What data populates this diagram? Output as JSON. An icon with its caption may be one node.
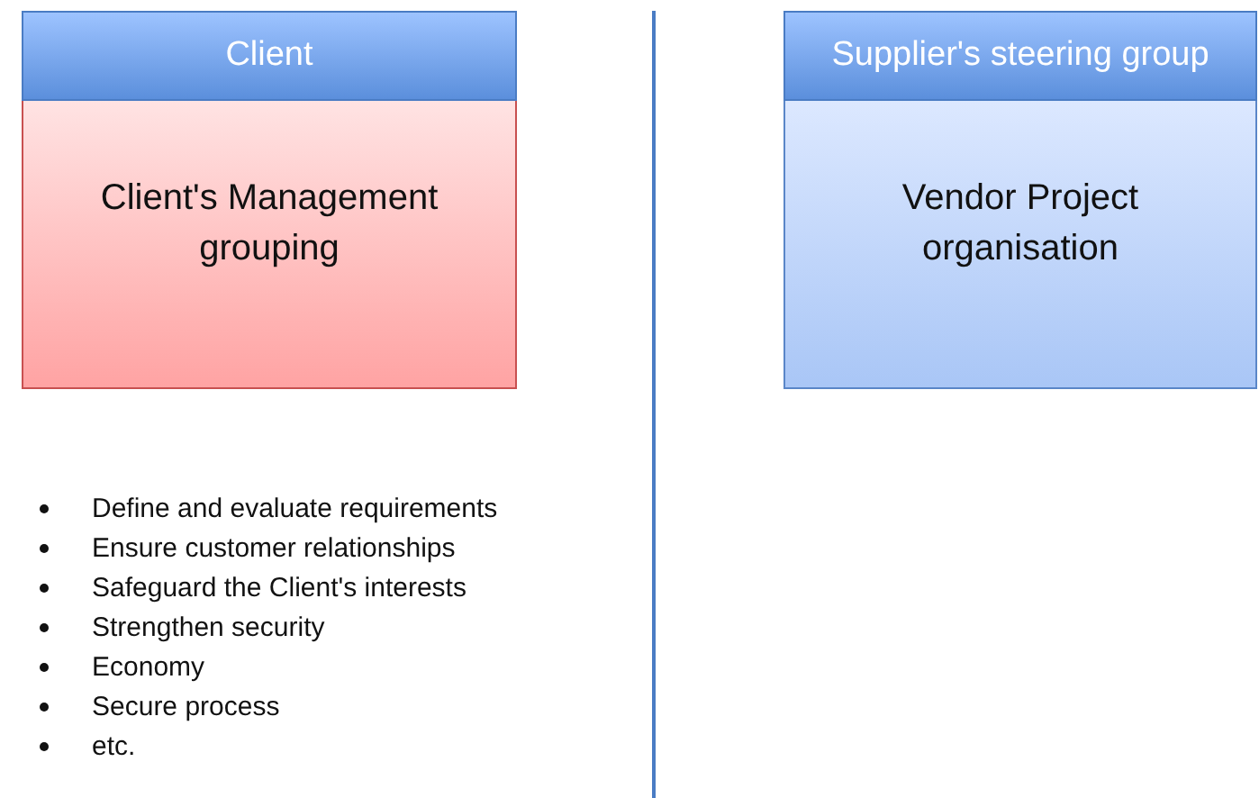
{
  "diagram": {
    "nodes": [
      {
        "text": [
          "Client",
          "Client's Management grouping"
        ]
      },
      {
        "text": [
          "Supplier's steering group",
          "Vendor Project organisation"
        ]
      }
    ],
    "edges": [],
    "labels": [
      "Define and evaluate requirements",
      "Ensure customer relationships",
      "Safeguard the Client's interests",
      "Strengthen security",
      "Economy",
      "Secure process",
      "etc."
    ]
  }
}
